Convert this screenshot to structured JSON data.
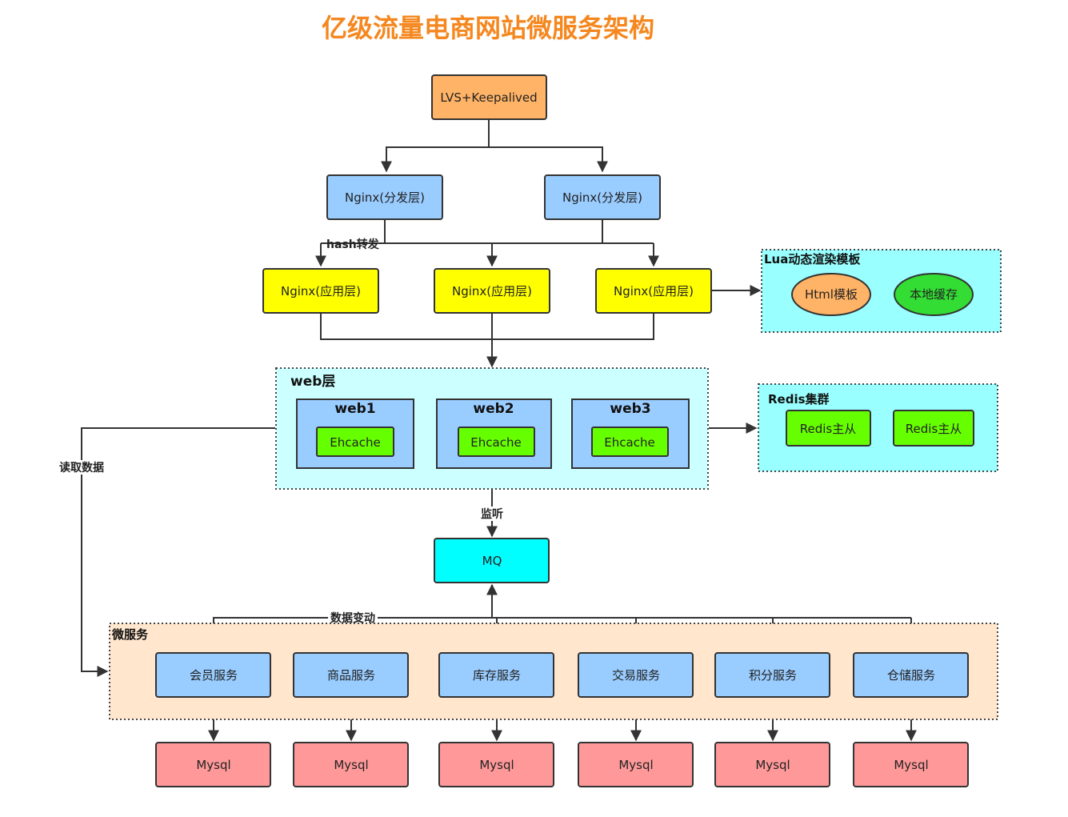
{
  "title": "亿级流量电商网站微服务架构",
  "colors": {
    "title": "#f5871f",
    "lvs": "#ffb366",
    "nginx_dispatch": "#99ccff",
    "nginx_app": "#ffff00",
    "group_cyan": "#99ffff",
    "web_group": "#ccffff",
    "web_box": "#99ccff",
    "ehcache": "#66ff00",
    "mq": "#00ffff",
    "microservice_group": "#ffe6cc",
    "service": "#99ccff",
    "mysql": "#ff9999",
    "html_template": "#ffb366",
    "local_cache": "#33dd33",
    "redis": "#66ff00"
  },
  "nodes": {
    "lvs": "LVS+Keepalived",
    "nginx_dispatch": [
      "Nginx(分发层)",
      "Nginx(分发层)"
    ],
    "nginx_app": [
      "Nginx(应用层)",
      "Nginx(应用层)",
      "Nginx(应用层)"
    ],
    "lua_group": {
      "title": "Lua动态渲染模板",
      "items": [
        "Html模板",
        "本地缓存"
      ]
    },
    "web_group": {
      "title": "web层",
      "servers": [
        {
          "name": "web1",
          "cache": "Ehcache"
        },
        {
          "name": "web2",
          "cache": "Ehcache"
        },
        {
          "name": "web3",
          "cache": "Ehcache"
        }
      ]
    },
    "redis_group": {
      "title": "Redis集群",
      "items": [
        "Redis主从",
        "Redis主从"
      ]
    },
    "mq": "MQ",
    "microservice_group": {
      "title": "微服务",
      "services": [
        "会员服务",
        "商品服务",
        "库存服务",
        "交易服务",
        "积分服务",
        "仓储服务"
      ]
    },
    "databases": [
      "Mysql",
      "Mysql",
      "Mysql",
      "Mysql",
      "Mysql",
      "Mysql"
    ]
  },
  "edge_labels": {
    "hash": "hash转发",
    "listen": "监听",
    "read": "读取数据",
    "change": "数据变动"
  }
}
